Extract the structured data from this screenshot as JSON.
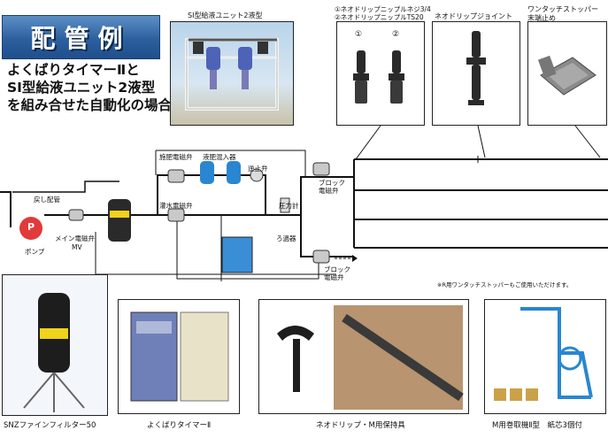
{
  "title": "配管例",
  "subtitle": {
    "line1": "よくばりタイマーⅡと",
    "line2": "SI型給液ユニット2液型",
    "line3": "を組み合せた自動化の場合"
  },
  "top_labels": {
    "si_unit": "SI型給液ユニット2液型",
    "nipple_1": "①ネオドリップニップルネジ3/4",
    "nipple_2": "②ネオドリップニップルTS20",
    "joint": "ネオドリップジョイント",
    "stopper_1": "ワンタッチストッパー",
    "stopper_2": "末端止め",
    "marker_1": "①",
    "marker_2": "②"
  },
  "diagram_labels": {
    "fertilizer_valve": "施肥電磁弁",
    "injector": "液肥混入器",
    "check_valve": "逆止弁",
    "irrigation_valve": "灌水電磁弁",
    "pressure_gauge": "圧力計",
    "filter": "ろ過器",
    "return_pipe": "戻し配管",
    "main_valve": "メイン電磁弁",
    "mv": "MV",
    "pump": "ポンプ",
    "pump_mark": "P",
    "block_valve_top_1": "ブロック",
    "block_valve_top_2": "電磁弁",
    "block_valve_bottom_1": "ブロック",
    "block_valve_bottom_2": "電磁弁"
  },
  "note": "※R用ワンタッチストッパーもご使用いただけます。",
  "bottom_labels": {
    "snz_filter": "SNZファインフィルター50",
    "timer": "よくばりタイマーⅡ",
    "holder": "ネオドリップ・M用保持具",
    "winder": "M用巻取機Ⅱ型　紙芯3個付"
  }
}
